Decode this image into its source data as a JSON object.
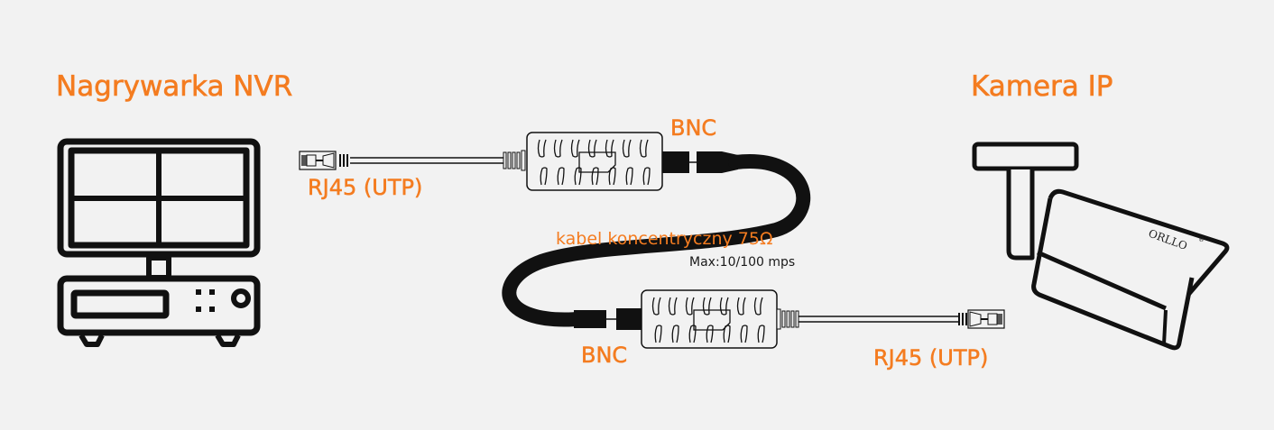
{
  "colors": {
    "accent": "#f47c20",
    "background": "#f2f2f2",
    "line": "#111111"
  },
  "nvr": {
    "title": "Nagrywarka NVR",
    "icon": "nvr-recorder-icon"
  },
  "camera": {
    "title": "Kamera IP",
    "icon": "ip-camera-icon",
    "brand": "ORLLO",
    "brand_mark": "®"
  },
  "left_connector": {
    "label": "RJ45 (UTP)",
    "icon": "rj45-plug-icon"
  },
  "top_balun": {
    "label": "BNC",
    "icon": "balun-icon"
  },
  "bottom_balun": {
    "label": "BNC",
    "icon": "balun-icon"
  },
  "right_connector": {
    "label": "RJ45 (UTP)",
    "icon": "rj45-plug-icon"
  },
  "coax": {
    "label": "kabel koncentryczny 75Ω",
    "speed": "Max:10/100 mps"
  }
}
